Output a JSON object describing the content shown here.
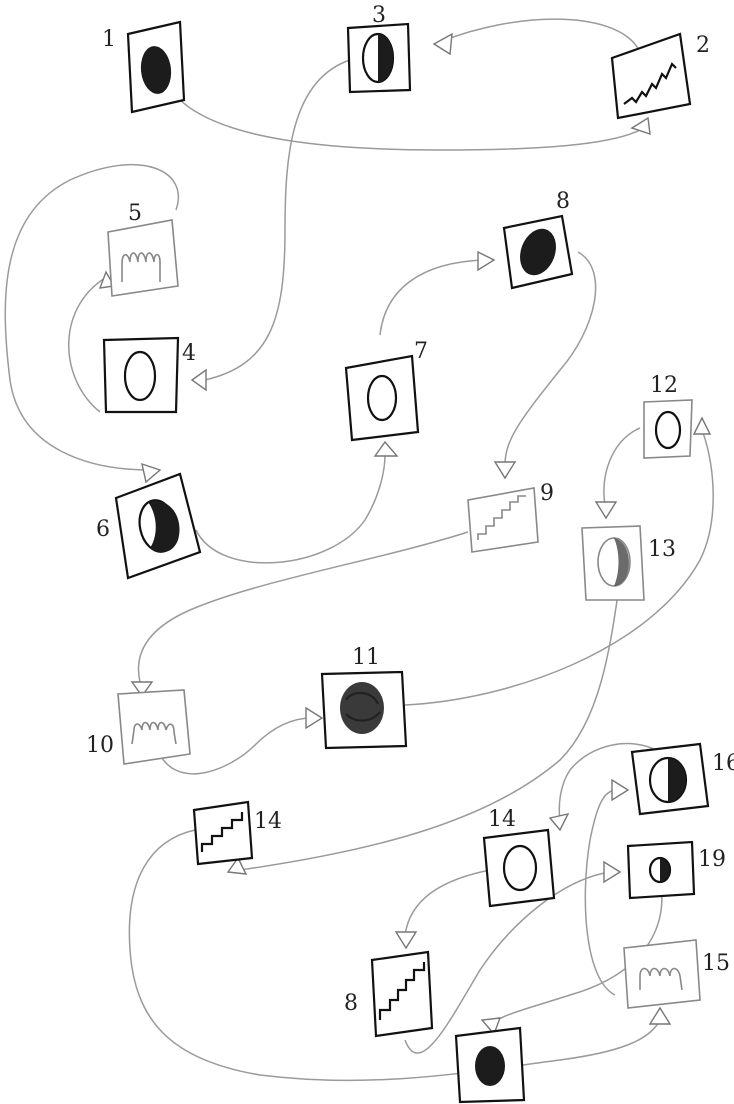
{
  "diagram": {
    "nodes": [
      {
        "id": "n1",
        "label": "1",
        "symbol": "dark-egg"
      },
      {
        "id": "n2",
        "label": "2",
        "symbol": "zigzag-line"
      },
      {
        "id": "n3",
        "label": "3",
        "symbol": "half-dark-egg"
      },
      {
        "id": "n4",
        "label": "4",
        "symbol": "outline-egg"
      },
      {
        "id": "n5",
        "label": "5",
        "symbol": "bumpy-hand"
      },
      {
        "id": "n6",
        "label": "6",
        "symbol": "half-dark-egg"
      },
      {
        "id": "n7",
        "label": "7",
        "symbol": "outline-egg"
      },
      {
        "id": "n8",
        "label": "8",
        "symbol": "dark-egg"
      },
      {
        "id": "n9",
        "label": "9",
        "symbol": "staircase"
      },
      {
        "id": "n10",
        "label": "10",
        "symbol": "bumpy-hand"
      },
      {
        "id": "n11",
        "label": "11",
        "symbol": "dark-egg"
      },
      {
        "id": "n12",
        "label": "12",
        "symbol": "outline-egg"
      },
      {
        "id": "n13",
        "label": "13",
        "symbol": "half-dark-egg"
      },
      {
        "id": "n14a",
        "label": "14",
        "symbol": "staircase"
      },
      {
        "id": "n14b",
        "label": "14",
        "symbol": "outline-egg"
      },
      {
        "id": "n16",
        "label": "16",
        "symbol": "half-dark-egg"
      },
      {
        "id": "n19",
        "label": "19",
        "symbol": "small-half-dark"
      },
      {
        "id": "n8b",
        "label": "8",
        "symbol": "staircase"
      },
      {
        "id": "n15",
        "label": "15",
        "symbol": "bumpy-hand"
      },
      {
        "id": "nbot",
        "label": "",
        "symbol": "dark-egg"
      }
    ],
    "edges": [
      {
        "from": "n1",
        "to": "n2"
      },
      {
        "from": "n2",
        "to": "n3"
      },
      {
        "from": "n3",
        "to": "n4"
      },
      {
        "from": "n4",
        "to": "n5"
      },
      {
        "from": "n5",
        "to": "n6"
      },
      {
        "from": "n6",
        "to": "n7"
      },
      {
        "from": "n7",
        "to": "n8"
      },
      {
        "from": "n8",
        "to": "n9"
      },
      {
        "from": "n9",
        "to": "n10"
      },
      {
        "from": "n10",
        "to": "n11"
      },
      {
        "from": "n11",
        "to": "n12"
      },
      {
        "from": "n12",
        "to": "n13"
      },
      {
        "from": "n13",
        "to": "n14a"
      },
      {
        "from": "n14a",
        "to": "n15"
      },
      {
        "from": "n15",
        "to": "n16"
      },
      {
        "from": "n16",
        "to": "n14b"
      },
      {
        "from": "n14b",
        "to": "n8b"
      },
      {
        "from": "n8b",
        "to": "n19"
      },
      {
        "from": "n19",
        "to": "nbot"
      }
    ],
    "colors": {
      "ink": "#111111",
      "edge": "#9a9a9a",
      "paper": "#ffffff"
    }
  }
}
